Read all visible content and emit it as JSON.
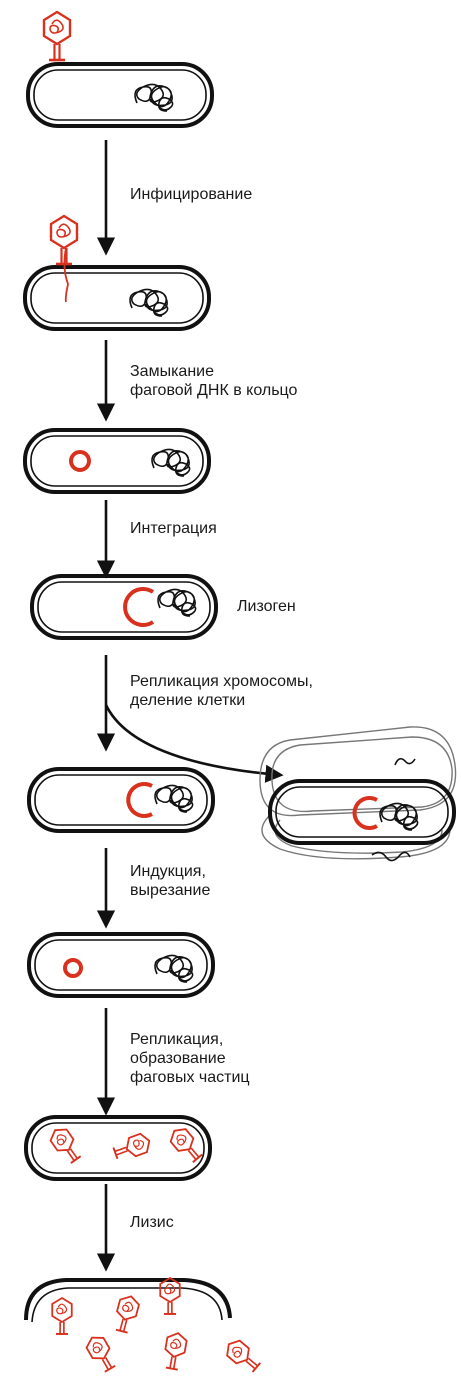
{
  "colors": {
    "outline": "#111111",
    "phage": "#d8321f",
    "background": "#ffffff"
  },
  "steps": [
    {
      "id": "infection",
      "lines": [
        "Инфицирование"
      ]
    },
    {
      "id": "circularization",
      "lines": [
        "Замыкание",
        "фаговой ДНК  в кольцо"
      ]
    },
    {
      "id": "integration",
      "lines": [
        "Интеграция"
      ]
    },
    {
      "id": "lysogen",
      "lines": [
        "Лизоген"
      ]
    },
    {
      "id": "chromosome-replication",
      "lines": [
        "Репликация хромосомы,",
        "деление  клетки"
      ]
    },
    {
      "id": "induction",
      "lines": [
        "Индукция,",
        "вырезание"
      ]
    },
    {
      "id": "phage-replication",
      "lines": [
        "Репликация,",
        "образование",
        "фаговых  частиц"
      ]
    },
    {
      "id": "lysis",
      "lines": [
        "Лизис"
      ]
    }
  ]
}
